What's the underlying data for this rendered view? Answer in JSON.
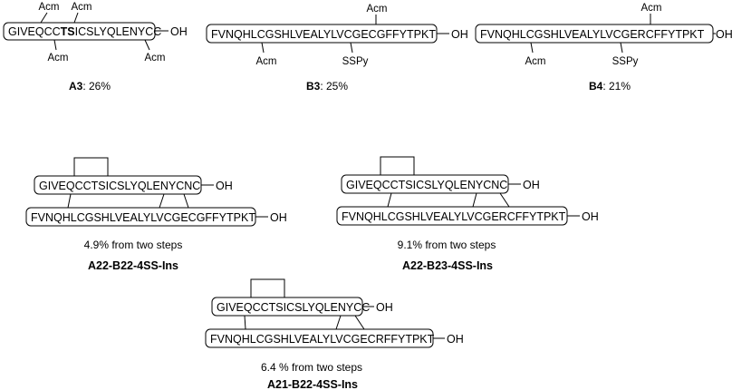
{
  "compounds": {
    "a3": {
      "seq_start": "GIVEQCC",
      "seq_bold": "TS",
      "seq_end": "ICSLYQLENYCC",
      "terminus": "OH",
      "mods": [
        "Acm",
        "Acm",
        "Acm",
        "Acm"
      ],
      "name": "A3",
      "yield": ": 26%"
    },
    "b3": {
      "seq": "FVNQHLCGSHLVEALYLVCGECGFFYTPKT",
      "terminus": "OH",
      "mods": [
        "Acm",
        "Acm",
        "SSPy"
      ],
      "name": "B3",
      "yield": ": 25%"
    },
    "b4": {
      "seq": "FVNQHLCGSHLVEALYLVCGERCFFYTPKT",
      "terminus": "OH",
      "mods": [
        "Acm",
        "Acm",
        "SSPy"
      ],
      "name": "B4",
      "yield": ": 21%"
    }
  },
  "products": {
    "p1": {
      "chain_a": "GIVEQCCTSICSLYQLENYCNC",
      "chain_b": "FVNQHLCGSHLVEALYLVCGECGFFYTPKT",
      "terminus_a": "OH",
      "terminus_b": "OH",
      "caption": "4.9% from two steps",
      "name": "A22-B22-4SS-Ins"
    },
    "p2": {
      "chain_a": "GIVEQCCTSICSLYQLENYCNC",
      "chain_b": "FVNQHLCGSHLVEALYLVCGERCFFYTPKT",
      "terminus_a": "OH",
      "terminus_b": "OH",
      "caption": "9.1% from two steps",
      "name": "A22-B23-4SS-Ins"
    },
    "p3": {
      "chain_a": "GIVEQCCTSICSLYQLENYCC",
      "chain_b": "FVNQHLCGSHLVEALYLVCGECRFFYTPKT",
      "terminus_a": "OH",
      "terminus_b": "OH",
      "caption": "6.4 % from two steps",
      "name": "A21-B22-4SS-Ins"
    }
  }
}
